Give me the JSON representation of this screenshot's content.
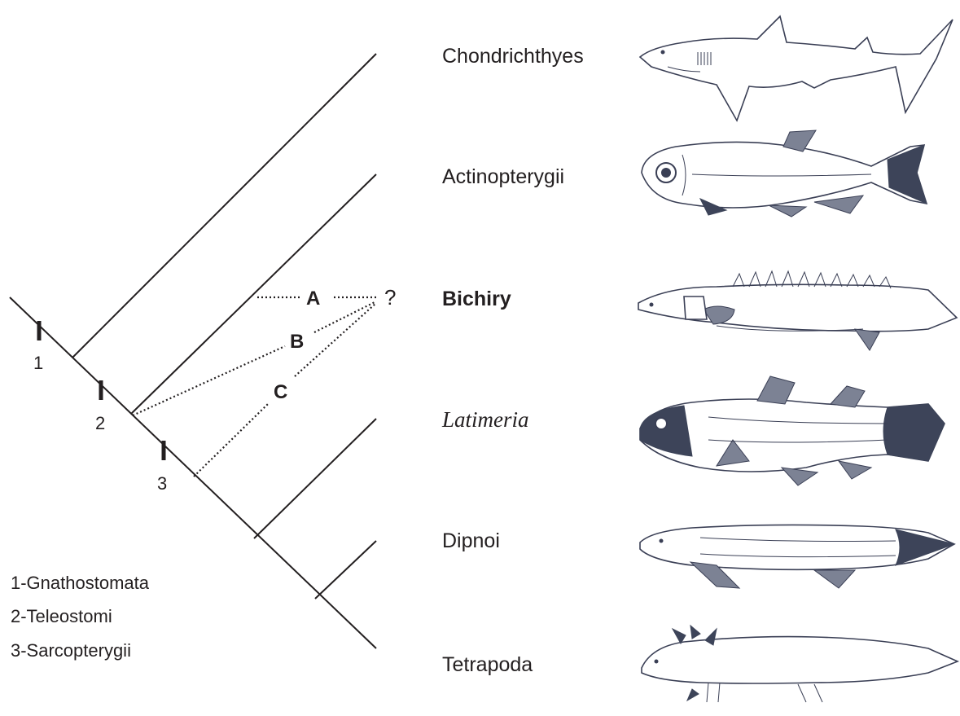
{
  "taxa": [
    {
      "label": "Chondrichthyes",
      "style": "normal",
      "animal": "shark-illustration"
    },
    {
      "label": "Actinopterygii",
      "style": "normal",
      "animal": "ray-finned-fish-illustration"
    },
    {
      "label": "Bichiry",
      "style": "bold",
      "animal": "bichir-illustration"
    },
    {
      "label": "Latimeria",
      "style": "italic",
      "animal": "coelacanth-illustration"
    },
    {
      "label": "Dipnoi",
      "style": "normal",
      "animal": "lungfish-illustration"
    },
    {
      "label": "Tetrapoda",
      "style": "normal",
      "animal": "axolotl-illustration"
    }
  ],
  "node_markers": [
    "1",
    "2",
    "3"
  ],
  "hypotheses": [
    "A",
    "B",
    "C"
  ],
  "uncertain_taxon": "?",
  "legend": [
    "1-Gnathostomata",
    "2-Teleostomi",
    "3-Sarcopterygii"
  ],
  "colors": {
    "line": "#231f20",
    "illustration_ink": "#3a3f55"
  }
}
